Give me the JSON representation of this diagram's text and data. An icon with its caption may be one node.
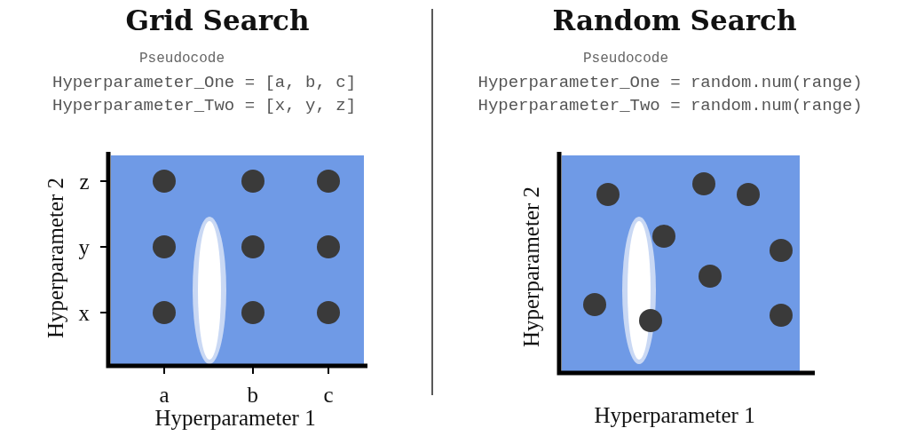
{
  "diagram": {
    "labels": [
      "Grid Search",
      "Pseudocode",
      "Hyperparameter_One = [a, b, c]",
      "Hyperparameter_Two = [x, y, z]",
      "Random Search",
      "Pseudocode",
      "Hyperparameter_One = random.num(range)",
      "Hyperparameter_Two = random.num(range)",
      "z",
      "y",
      "x",
      "Hyperparameter 2",
      "a",
      "b",
      "c",
      "Hyperparameter 1",
      "Hyperparameter 2",
      "Hyperparameter 1"
    ]
  }
}
